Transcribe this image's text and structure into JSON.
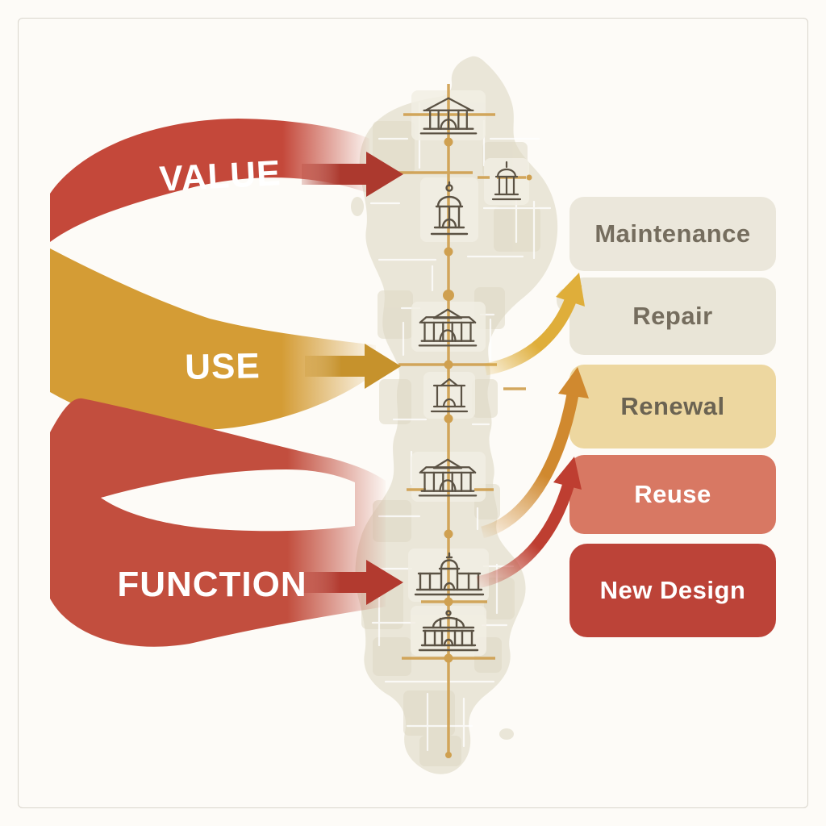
{
  "canvas": {
    "background": "#FDFBF7",
    "frame_color": "#D9D5CC"
  },
  "ribbons": [
    {
      "label": "VALUE",
      "band_color": "#C4483A",
      "arrow_color": "#AC392E",
      "label_color": "#FFFFFF"
    },
    {
      "label": "USE",
      "band_color": "#D49C35",
      "arrow_color": "#C6922C",
      "label_color": "#FFFFFF"
    },
    {
      "label": "FUNCTION",
      "band_color": "#C24E3E",
      "arrow_color": "#B23A2F",
      "label_color": "#FFFFFF"
    }
  ],
  "outcomes": [
    {
      "label": "Maintenance",
      "bg": "#EBE7DB",
      "text": "#756D5E"
    },
    {
      "label": "Repair",
      "bg": "#E9E5D7",
      "text": "#756D5E"
    },
    {
      "label": "Renewal",
      "bg": "#EDD7A0",
      "text": "#6B6352"
    },
    {
      "label": "Reuse",
      "bg": "#D87863",
      "text": "#FFFFFF"
    },
    {
      "label": "New Design",
      "bg": "#BC4338",
      "text": "#FFFFFF"
    }
  ],
  "curved_arrows": [
    {
      "name": "arrow-to-maintenance-repair",
      "color": "#DFAE3A"
    },
    {
      "name": "arrow-to-renewal",
      "color": "#D0892F"
    },
    {
      "name": "arrow-to-reuse",
      "color": "#BE3E31"
    }
  ],
  "map": {
    "fill": "#EAE6D8",
    "line_color": "#CFA050",
    "icon_stroke": "#5B5244",
    "building_icons": [
      "temple-icon",
      "dome-pavilion-icon",
      "tower-icon",
      "pavilion-icon",
      "shrine-icon",
      "pavilion-icon",
      "hall-icon",
      "basilica-icon"
    ]
  }
}
